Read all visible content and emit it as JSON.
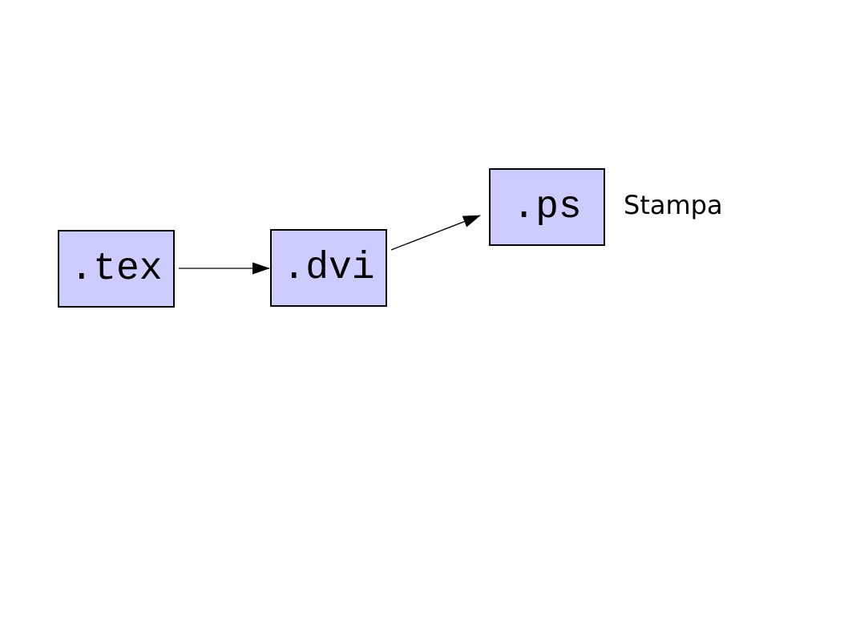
{
  "diagram": {
    "type": "flowchart",
    "background_color": "#ffffff",
    "node_fill_color": "#ccccff",
    "node_border_color": "#000000",
    "arrow_color": "#000000",
    "text_color": "#000000",
    "nodes": [
      {
        "id": "tex",
        "label": ".tex"
      },
      {
        "id": "dvi",
        "label": ".dvi"
      },
      {
        "id": "ps",
        "label": ".ps"
      }
    ],
    "edges": [
      {
        "from": "tex",
        "to": "dvi",
        "style": "straight-arrow"
      },
      {
        "from": "dvi",
        "to": "ps",
        "style": "diagonal-arrow"
      }
    ],
    "annotation": {
      "text": "Stampa"
    }
  }
}
